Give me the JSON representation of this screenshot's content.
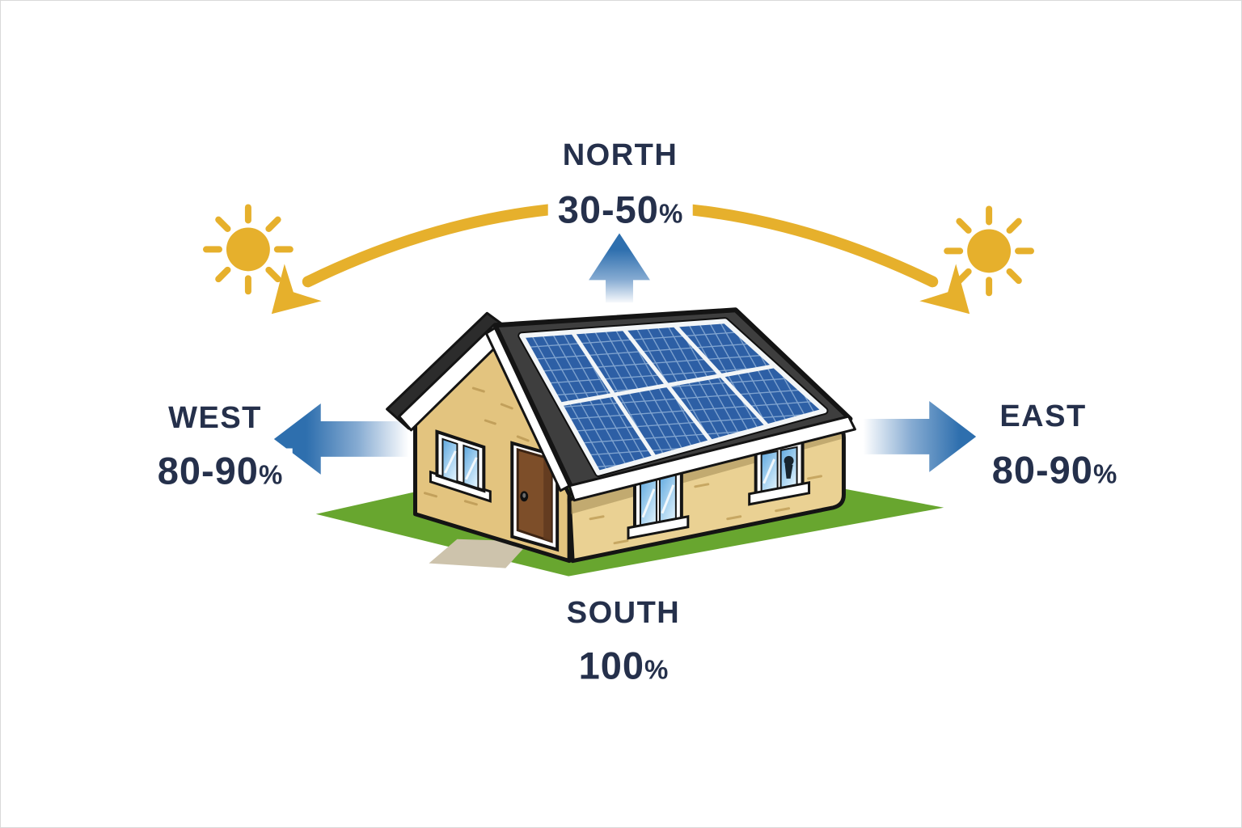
{
  "diagram": {
    "subject": "house-with-solar-panels",
    "directions": {
      "north": {
        "label": "NORTH",
        "value": "30-50",
        "suffix": "%"
      },
      "west": {
        "label": "WEST",
        "value": "80-90",
        "suffix": "%"
      },
      "east": {
        "label": "EAST",
        "value": "80-90",
        "suffix": "%"
      },
      "south": {
        "label": "SOUTH",
        "value": "100",
        "suffix": "%"
      }
    },
    "icons": {
      "sun_left": "sun-icon",
      "sun_right": "sun-icon",
      "sun_path": "curved-arc-double-arrow",
      "north_arrow": "up-arrow",
      "west_arrow": "left-arrow",
      "east_arrow": "right-arrow"
    },
    "colors": {
      "text_navy": "#25304b",
      "sun_yellow": "#e6b02c",
      "arrow_blue": "#2e6fae",
      "grass_green": "#68a62f",
      "roof_gray": "#3e3e3e",
      "panel_blue": "#2d5fa5",
      "wall_tan": "#e3c47f"
    }
  }
}
